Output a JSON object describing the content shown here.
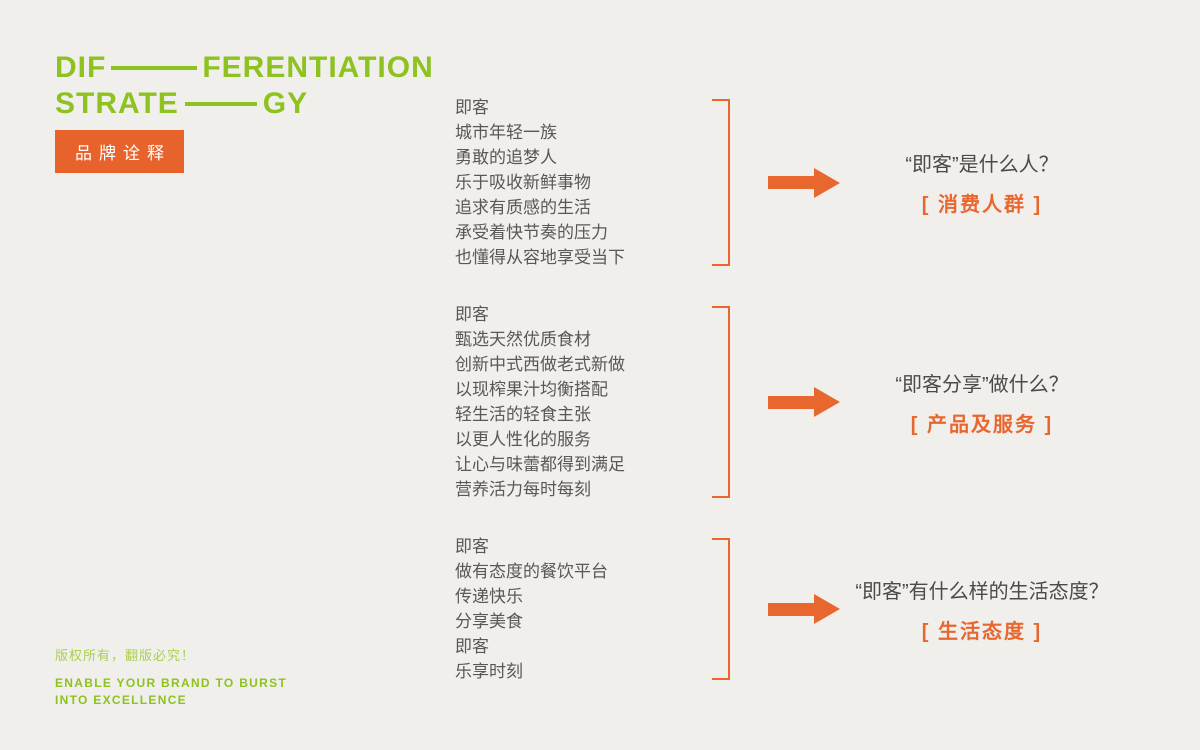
{
  "colors": {
    "background": "#f0efec",
    "accent_green": "#8dc21f",
    "accent_orange": "#e8672f",
    "badge_orange": "#e8622c",
    "body_text": "#595757"
  },
  "header": {
    "title_line1_left": "DIF",
    "title_line1_right": "FERENTIATION",
    "title_line2_left": "STRATE",
    "title_line2_right": "GY",
    "badge": "品牌诠释"
  },
  "rows": [
    {
      "lines": [
        "即客",
        "城市年轻一族",
        "勇敢的追梦人",
        "乐于吸收新鲜事物",
        "追求有质感的生活",
        "承受着快节奏的压力",
        "也懂得从容地享受当下"
      ],
      "question": "“即客”是什么人？",
      "label": "[ 消费人群 ]"
    },
    {
      "lines": [
        "即客",
        "甄选天然优质食材",
        "创新中式西做老式新做",
        "以现榨果汁均衡搭配",
        "轻生活的轻食主张",
        "以更人性化的服务",
        "让心与味蕾都得到满足",
        "营养活力每时每刻"
      ],
      "question": "“即客分享”做什么？",
      "label": "[ 产品及服务 ]"
    },
    {
      "lines": [
        "即客",
        "做有态度的餐饮平台",
        "传递快乐",
        "分享美食",
        "即客",
        "乐享时刻"
      ],
      "question": "“即客”有什么样的生活态度？",
      "label": "[ 生活态度 ]"
    }
  ],
  "footer": {
    "copyright": "版权所有，翻版必究！",
    "tagline_line1": "ENABLE YOUR BRAND TO BURST",
    "tagline_line2": "INTO EXCELLENCE"
  }
}
